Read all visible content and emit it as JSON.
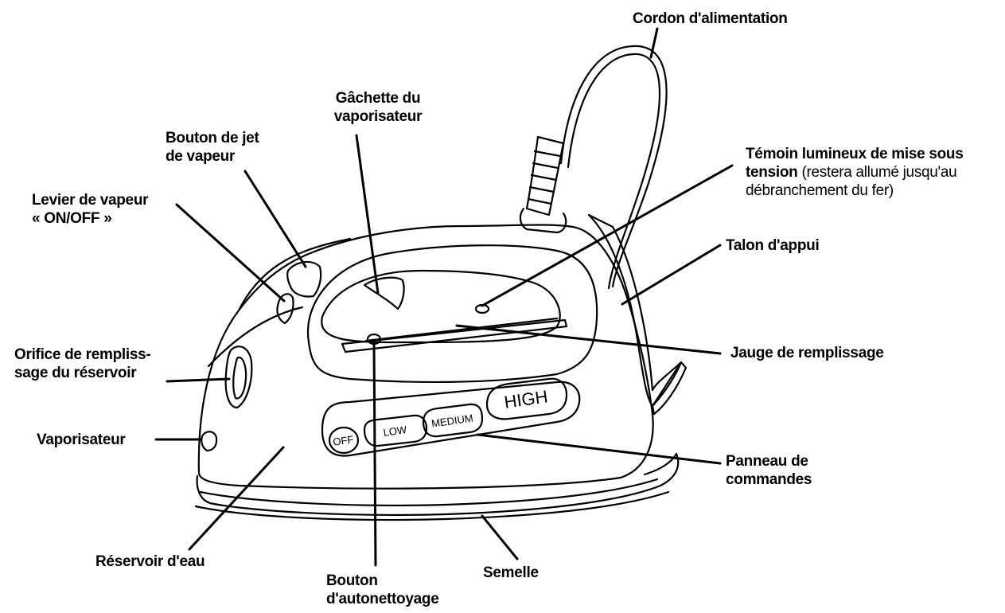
{
  "labels": {
    "cordon": "Cordon d'alimentation",
    "gachette_l1": "Gâchette du",
    "gachette_l2": "vaporisateur",
    "bouton_jet_l1": "Bouton de jet",
    "bouton_jet_l2": "de vapeur",
    "levier_l1": "Levier de vapeur",
    "levier_l2": "« ON/OFF »",
    "temoin_l1": "Témoin lumineux de mise sous",
    "temoin_l2_bold": "tension",
    "temoin_l2_rest": " (restera allumé jusqu'au",
    "temoin_l3": "débranchement du fer)",
    "talon": "Talon d'appui",
    "orifice_l1": "Orifice de rempliss-",
    "orifice_l2": "sage du réservoir",
    "jauge": "Jauge de remplissage",
    "vaporisateur": "Vaporisateur",
    "panneau_l1": "Panneau de",
    "panneau_l2": "commandes",
    "reservoir": "Réservoir d'eau",
    "semelle": "Semelle",
    "autonettoyage_l1": "Bouton",
    "autonettoyage_l2": "d'autonettoyage"
  },
  "dial": {
    "off": "OFF",
    "low": "LOW",
    "medium": "MEDIUM",
    "high": "HIGH"
  }
}
